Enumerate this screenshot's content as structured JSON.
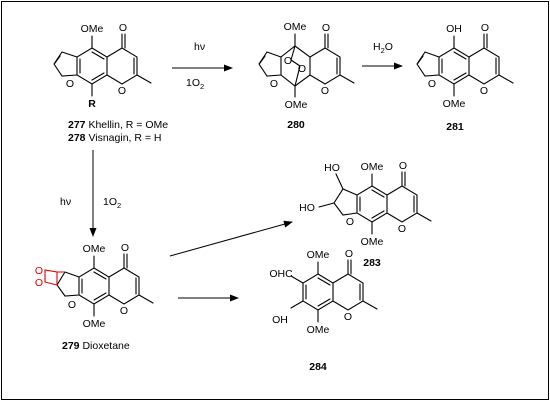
{
  "colors": {
    "frame": "#000000",
    "peroxide": "#e00000"
  },
  "atoms": {
    "OMe": "OMe",
    "O": "O",
    "R": "R",
    "OH": "OH",
    "HO": "HO",
    "OHC": "OHC"
  },
  "reagents": {
    "hv": "hν",
    "singlet_oxygen": "1O",
    "singlet_oxygen_sub": "2",
    "water": "H",
    "water_sub": "2",
    "water_tail": "O"
  },
  "compounds": {
    "c277": {
      "number": "277",
      "text": " Khellin, R = OMe"
    },
    "c278": {
      "number": "278",
      "text": " Visnagin, R = H"
    },
    "c279": {
      "number": "279",
      "text": " Dioxetane"
    },
    "c280": {
      "number": "280"
    },
    "c281": {
      "number": "281"
    },
    "c283": {
      "number": "283"
    },
    "c284": {
      "number": "284"
    }
  }
}
